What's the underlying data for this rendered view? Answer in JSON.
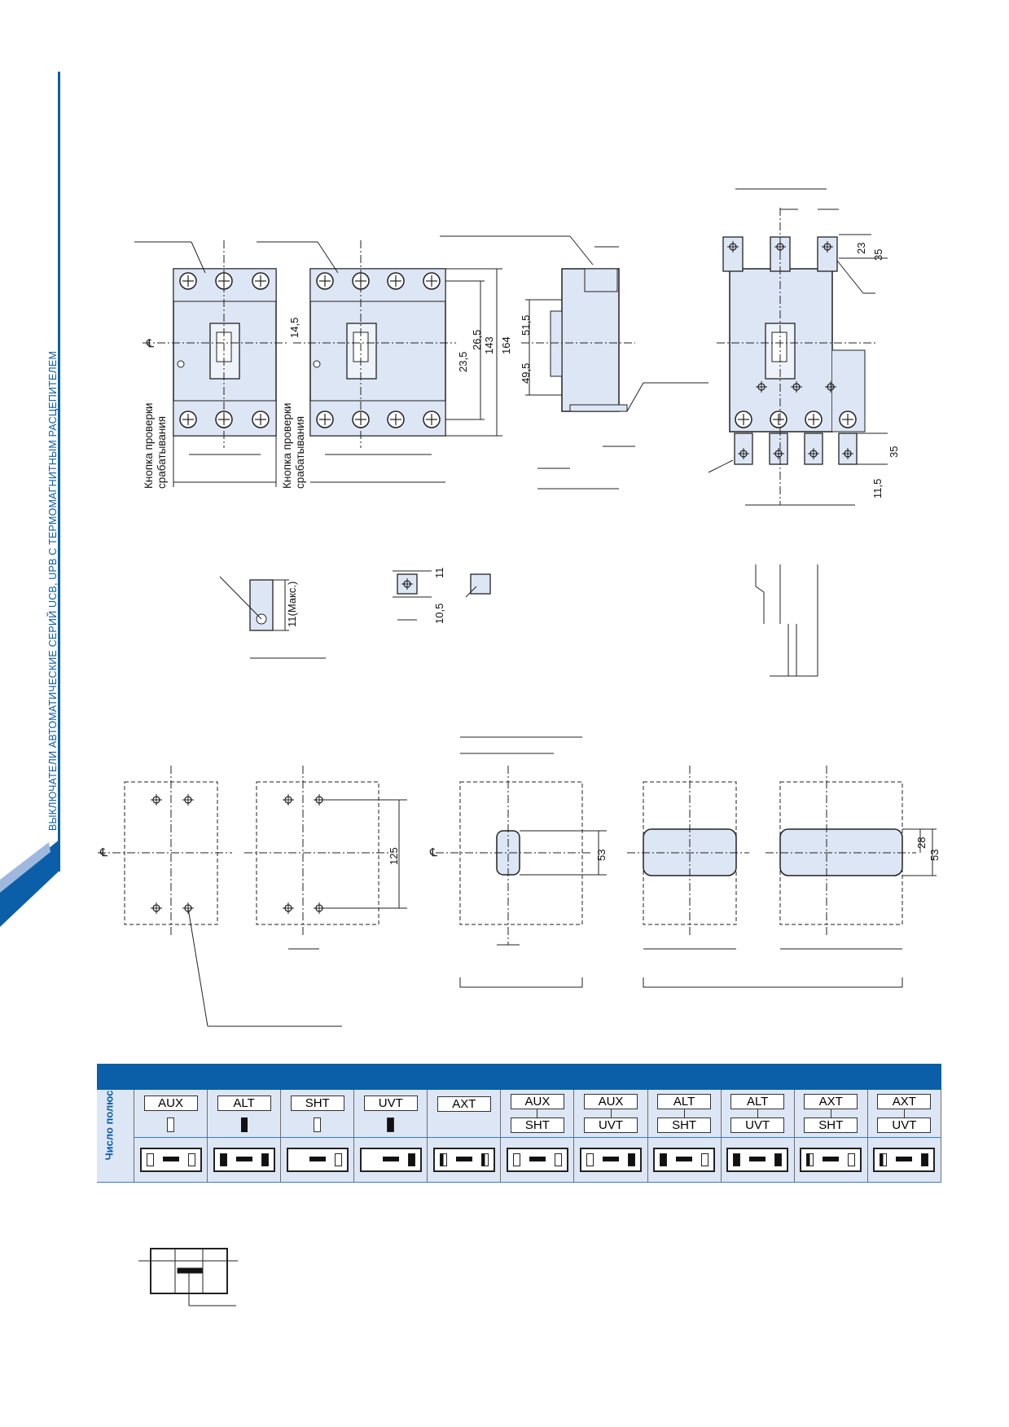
{
  "side_title": "ВЫКЛЮЧАТЕЛИ АВТОМАТИЧЕСКИЕ СЕРИЙ UCB, UPB С ТЕРМОМАГНИТНЫМ РАСЦЕПИТЕЛЕМ",
  "labels": {
    "test_button_line1": "Кнопка проверки",
    "test_button_line2": "срабатывания",
    "max_label": "11(Макс.)"
  },
  "dims": {
    "d14_5": "14,5",
    "d23_5": "23,5",
    "d26_5": "26,5",
    "d143": "143",
    "d164": "164",
    "d51_5": "51,5",
    "d49_5": "49,5",
    "d23": "23",
    "d35a": "35",
    "d35b": "35",
    "d11_5": "11,5",
    "d11": "11",
    "d10_5": "10,5",
    "d125": "125",
    "d53a": "53",
    "d28": "28",
    "d53b": "53"
  },
  "table": {
    "poles_header": "Число полюсов",
    "columns": [
      {
        "top": "AUX",
        "bottom": "",
        "mini": "open",
        "left": "open",
        "right": "open"
      },
      {
        "top": "ALT",
        "bottom": "",
        "mini": "filled",
        "left": "filled",
        "right": "filled"
      },
      {
        "top": "SHT",
        "bottom": "",
        "mini": "open",
        "left": "none",
        "right": "open"
      },
      {
        "top": "UVT",
        "bottom": "",
        "mini": "filled",
        "left": "none",
        "right": "filled"
      },
      {
        "top": "AXT",
        "bottom": "",
        "mini": "",
        "left": "half",
        "right": "half"
      },
      {
        "top": "AUX",
        "bottom": "SHT",
        "mini": "",
        "left": "open",
        "right": "open"
      },
      {
        "top": "AUX",
        "bottom": "UVT",
        "mini": "",
        "left": "open",
        "right": "filled"
      },
      {
        "top": "ALT",
        "bottom": "SHT",
        "mini": "",
        "left": "filled",
        "right": "open"
      },
      {
        "top": "ALT",
        "bottom": "UVT",
        "mini": "",
        "left": "filled",
        "right": "filled"
      },
      {
        "top": "AXT",
        "bottom": "SHT",
        "mini": "",
        "left": "half",
        "right": "open"
      },
      {
        "top": "AXT",
        "bottom": "UVT",
        "mini": "",
        "left": "half",
        "right": "filled"
      }
    ]
  },
  "colors": {
    "accent": "#0a5fa8",
    "body_fill": "#dde6f4",
    "line": "#333333"
  }
}
